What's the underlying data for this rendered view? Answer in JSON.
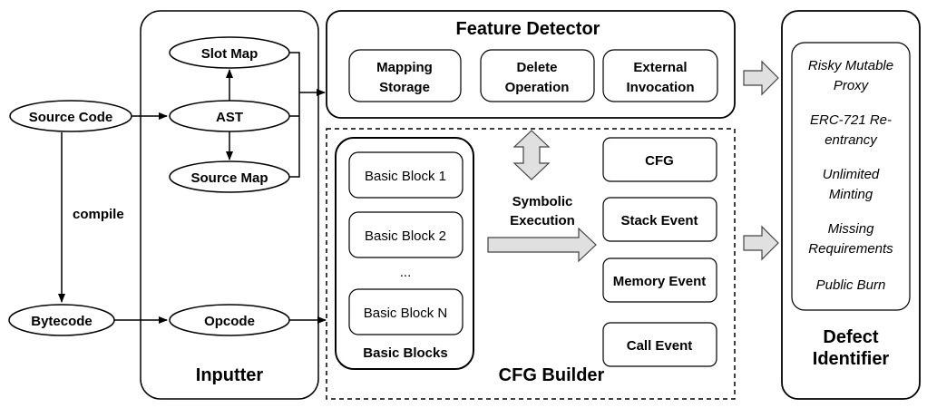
{
  "source": {
    "source_code": "Source Code",
    "compile": "compile",
    "bytecode": "Bytecode"
  },
  "inputter": {
    "title": "Inputter",
    "slot_map": "Slot Map",
    "ast": "AST",
    "source_map": "Source Map",
    "opcode": "Opcode"
  },
  "feature_detector": {
    "title": "Feature Detector",
    "items": [
      {
        "line1": "Mapping",
        "line2": "Storage"
      },
      {
        "line1": "Delete",
        "line2": "Operation"
      },
      {
        "line1": "External",
        "line2": "Invocation"
      }
    ]
  },
  "cfg_builder": {
    "title": "CFG Builder",
    "basic_blocks_title": "Basic Blocks",
    "blocks": [
      "Basic Block 1",
      "Basic Block 2",
      "...",
      "Basic Block N"
    ],
    "symbolic_line1": "Symbolic",
    "symbolic_line2": "Execution",
    "outputs": [
      "CFG",
      "Stack Event",
      "Memory Event",
      "Call Event"
    ]
  },
  "defect_identifier": {
    "title_line1": "Defect",
    "title_line2": "Identifier",
    "defects": [
      {
        "line1": "Risky Mutable",
        "line2": "Proxy"
      },
      {
        "line1": "ERC-721 Re-",
        "line2": "entrancy"
      },
      {
        "line1": "Unlimited",
        "line2": "Minting"
      },
      {
        "line1": "Missing",
        "line2": "Requirements"
      },
      {
        "line1": "Public Burn",
        "line2": ""
      }
    ]
  }
}
